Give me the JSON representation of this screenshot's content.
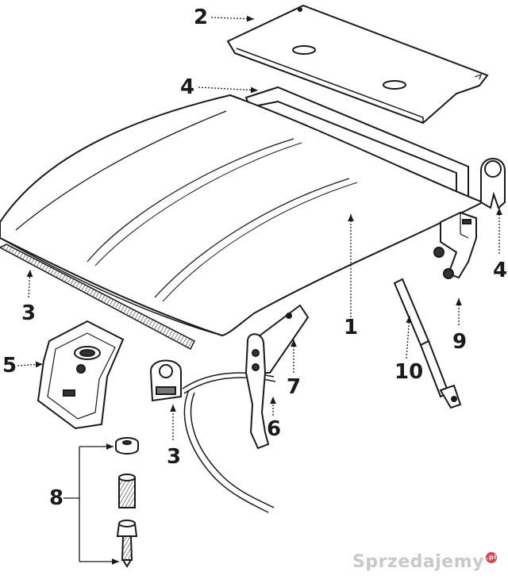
{
  "diagram": {
    "callouts": {
      "n2": "2",
      "n4_top": "4",
      "n4_right": "4",
      "n3_left": "3",
      "n1": "1",
      "n10": "10",
      "n9": "9",
      "n5": "5",
      "n7": "7",
      "n6": "6",
      "n3_bottom": "3",
      "n8": "8"
    }
  },
  "watermark": {
    "text": "Sprzedajemy",
    "badge": ".pl"
  },
  "colors": {
    "line": "#1a1a1a",
    "fill": "#ffffff",
    "shade": "#777777"
  }
}
